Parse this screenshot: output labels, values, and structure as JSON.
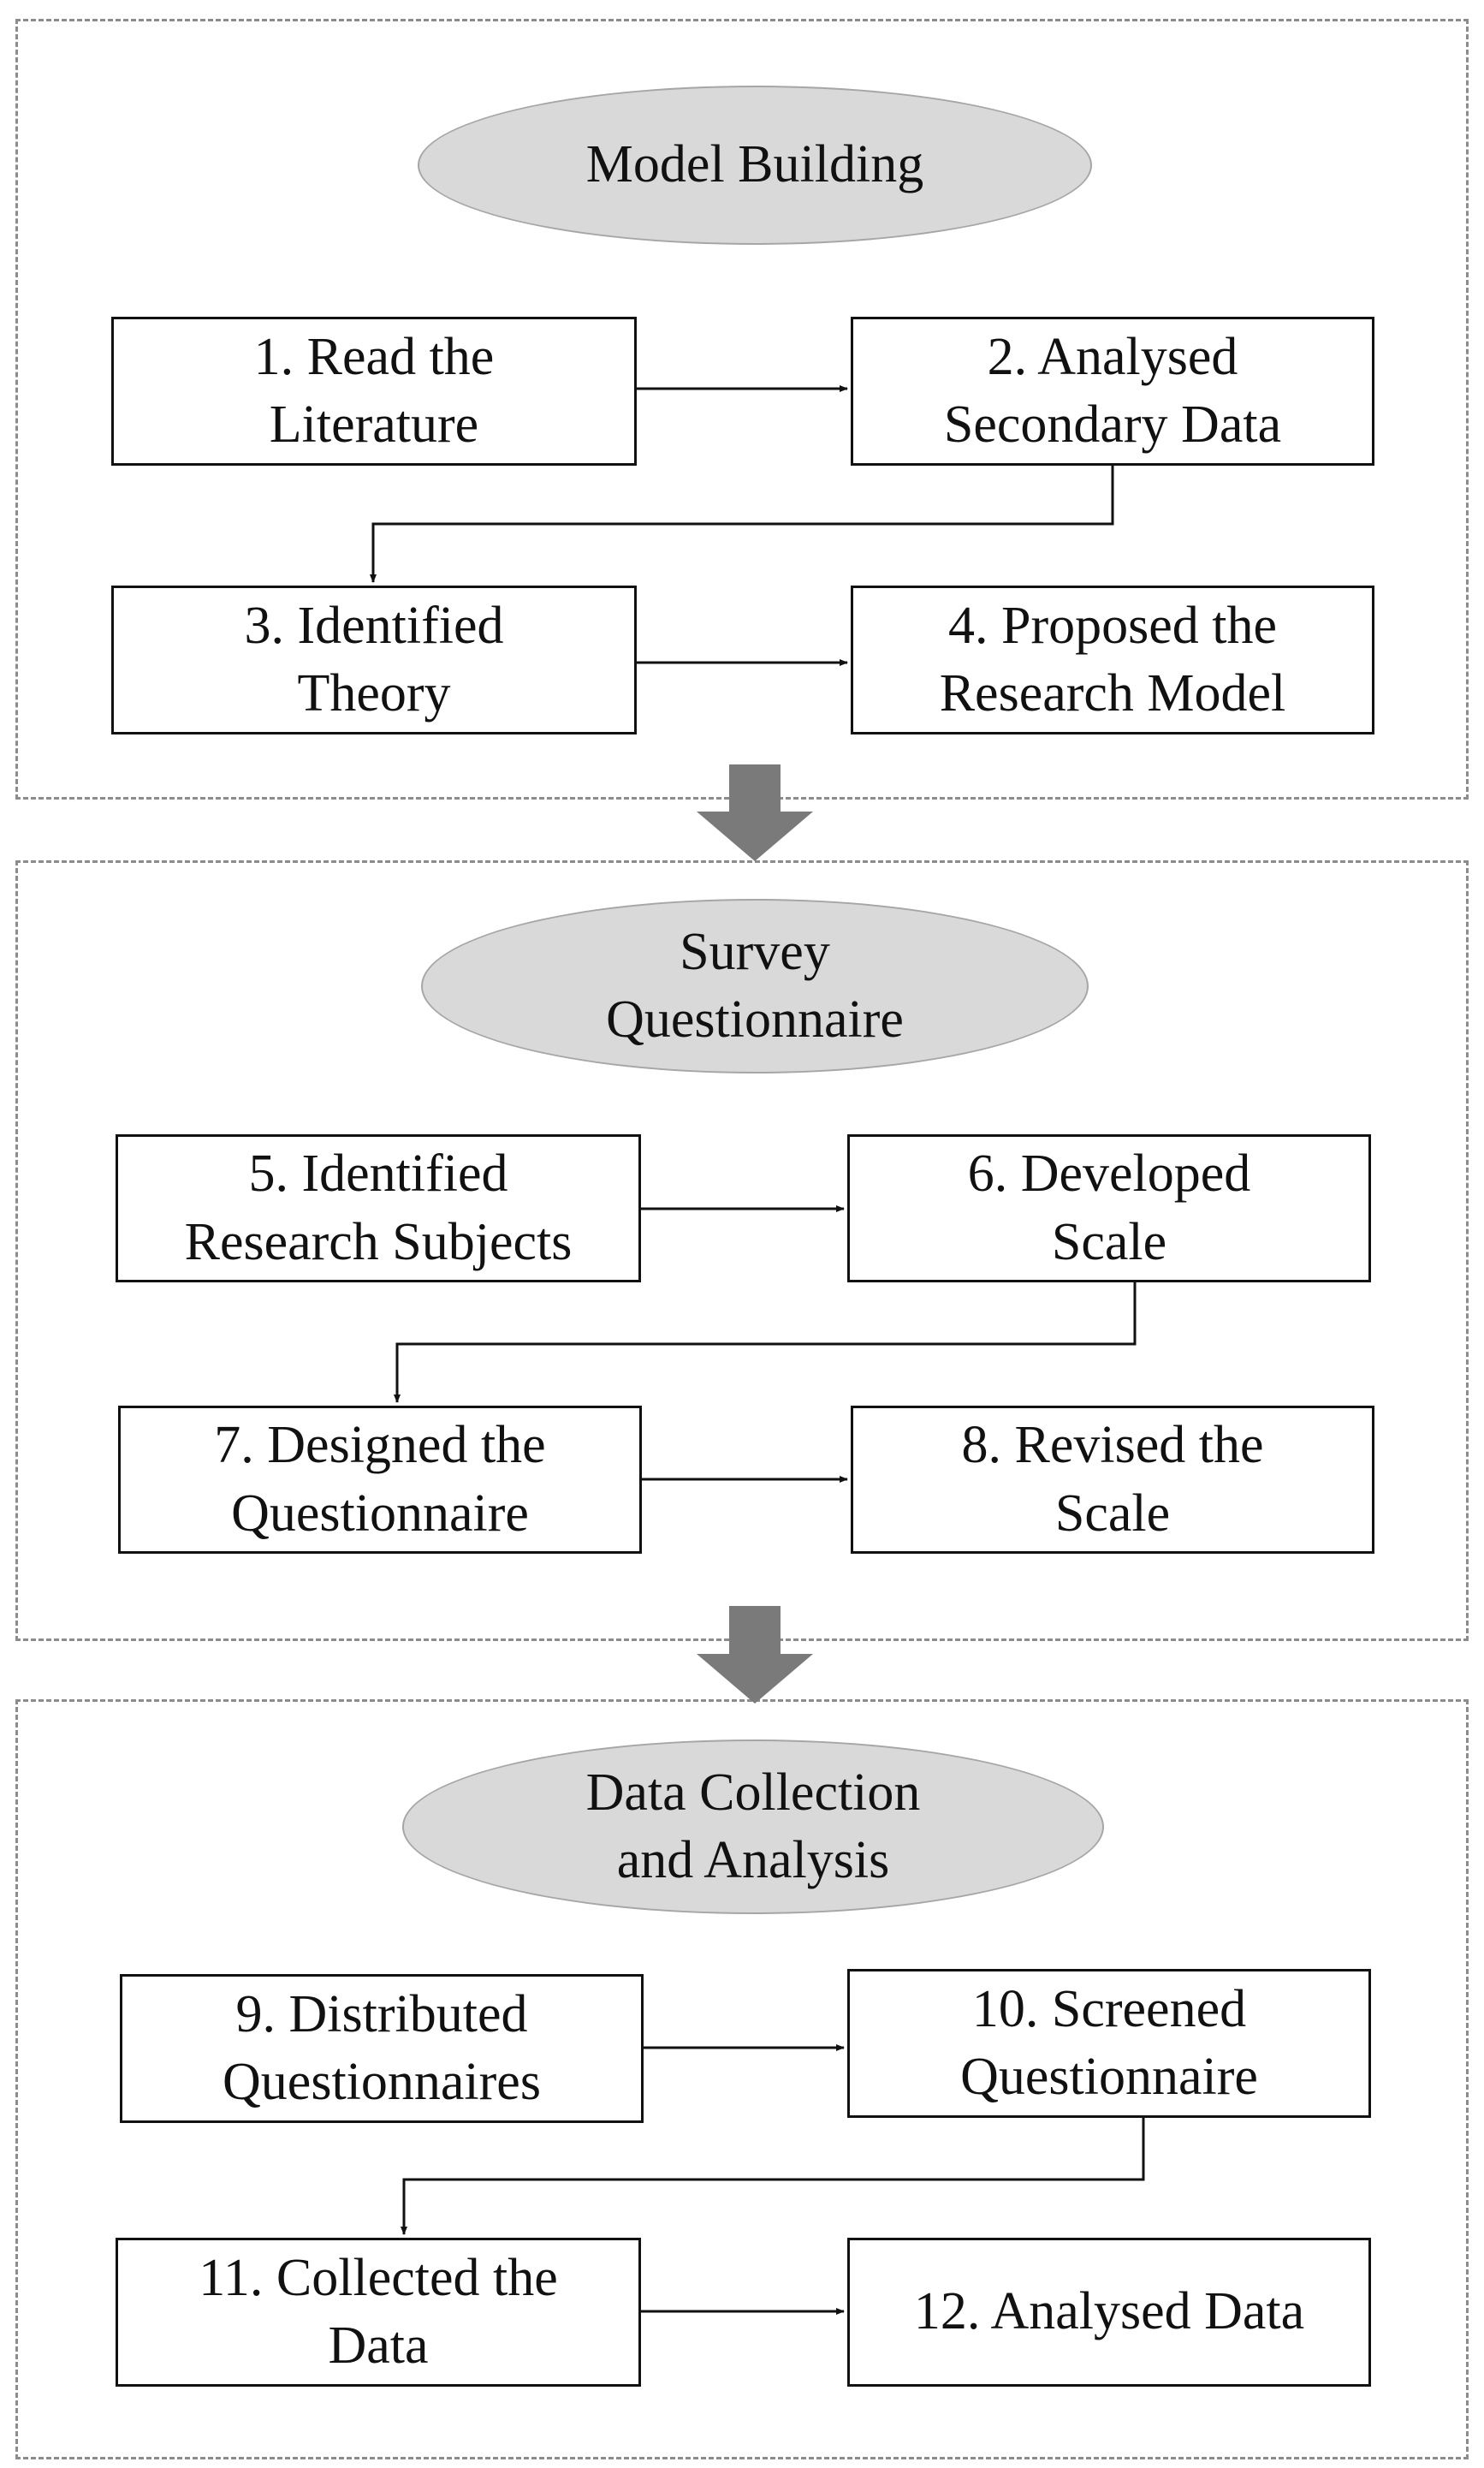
{
  "stages": [
    {
      "title": "Model Building",
      "steps": [
        "1. Read the\nLiterature",
        "2. Analysed\nSecondary Data",
        "3. Identified\nTheory",
        "4. Proposed the\nResearch Model"
      ]
    },
    {
      "title": "Survey\nQuestionnaire",
      "steps": [
        "5. Identified\nResearch Subjects",
        "6. Developed\nScale",
        "7. Designed the\nQuestionnaire",
        "8. Revised the\nScale"
      ]
    },
    {
      "title": "Data Collection\nand Analysis",
      "steps": [
        "9. Distributed\nQuestionnaires",
        "10. Screened\nQuestionnaire",
        "11. Collected the\nData",
        "12. Analysed  Data"
      ]
    }
  ],
  "colors": {
    "oval_fill": "#d9d9d9",
    "stage_arrow": "#7a7a7a",
    "panel_border": "#8c8c8c"
  }
}
